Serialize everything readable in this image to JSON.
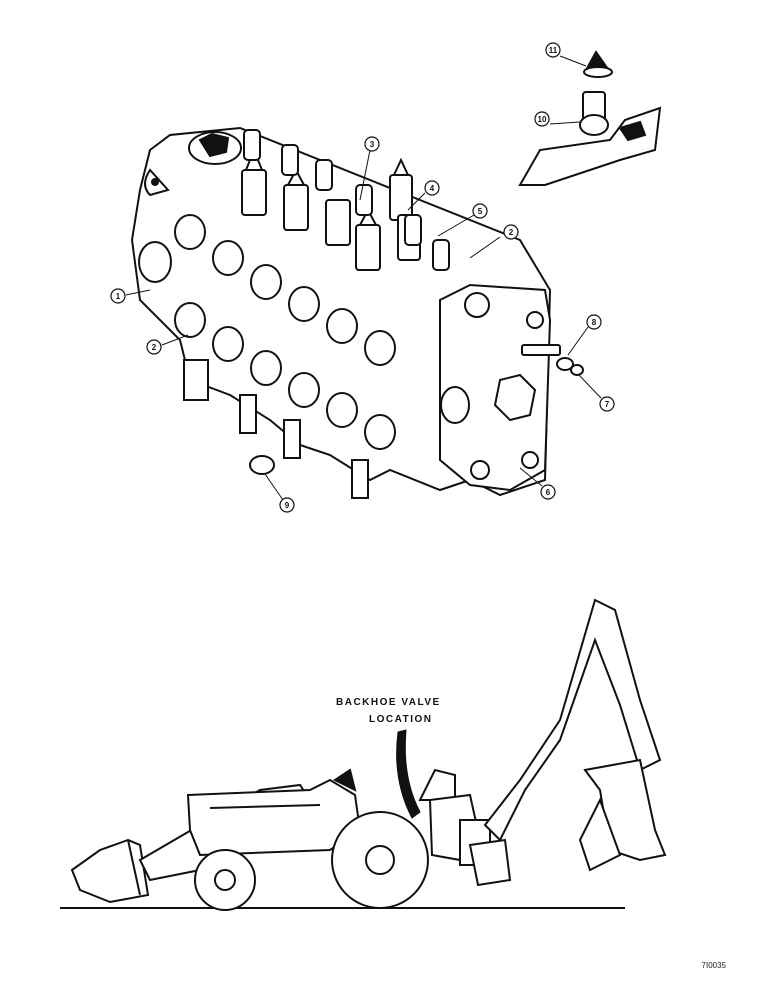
{
  "callouts": [
    {
      "id": "1",
      "label": "1"
    },
    {
      "id": "2a",
      "label": "2"
    },
    {
      "id": "2b",
      "label": "2"
    },
    {
      "id": "3",
      "label": "3"
    },
    {
      "id": "4",
      "label": "4"
    },
    {
      "id": "5",
      "label": "5"
    },
    {
      "id": "6",
      "label": "6"
    },
    {
      "id": "7",
      "label": "7"
    },
    {
      "id": "8",
      "label": "8"
    },
    {
      "id": "9",
      "label": "9"
    },
    {
      "id": "10",
      "label": "10"
    },
    {
      "id": "11",
      "label": "11"
    }
  ],
  "caption": {
    "line1": "BACKHOE VALVE",
    "line2": "LOCATION"
  },
  "reference_code": "7I0035",
  "colors": {
    "ink": "#111111",
    "paper": "#ffffff"
  }
}
